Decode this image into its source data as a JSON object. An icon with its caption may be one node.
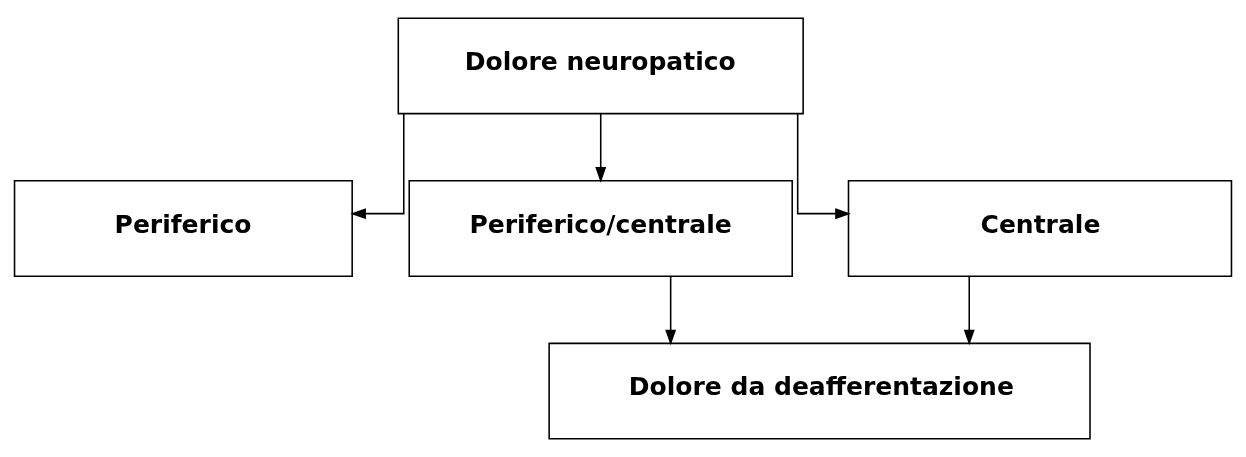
{
  "diagram": {
    "nodes": [
      {
        "text": [
          "Dolore neuropatico"
        ]
      },
      {
        "text": [
          "Periferico"
        ]
      },
      {
        "text": [
          "Periferico/centrale"
        ]
      },
      {
        "text": [
          "Centrale"
        ]
      },
      {
        "text": [
          "Dolore da deafferentazione"
        ]
      }
    ],
    "edges": [
      {
        "from": 0,
        "to": 1,
        "arrow": "to"
      },
      {
        "from": 0,
        "to": 2,
        "arrow": "to"
      },
      {
        "from": 0,
        "to": 3,
        "arrow": "to"
      },
      {
        "from": 2,
        "to": 4,
        "arrow": "to"
      },
      {
        "from": 3,
        "to": 4,
        "arrow": "to"
      }
    ]
  }
}
